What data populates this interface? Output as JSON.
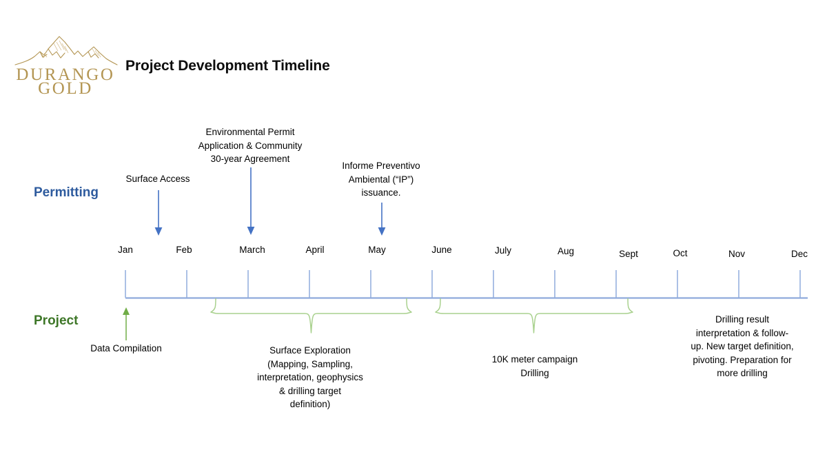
{
  "header": {
    "logo": {
      "name": "durango-gold-logo",
      "line1": "DURANGO",
      "line2": "GOLD",
      "color": "#b39552"
    },
    "title": "Project Development Timeline"
  },
  "lanes": [
    {
      "key": "permitting",
      "label": "Permitting",
      "color": "#2e5b9e"
    },
    {
      "key": "project",
      "label": "Project",
      "color": "#3e7728"
    }
  ],
  "axis": {
    "line_color": "#8faadc",
    "tick_color": "#8faadc",
    "months": [
      "Jan",
      "Feb",
      "March",
      "April",
      "May",
      "June",
      "July",
      "Aug",
      "Sept",
      "Oct",
      "Nov",
      "Dec"
    ]
  },
  "permitting_milestones": [
    {
      "name": "surface-access",
      "label": "Surface Access",
      "month": "Jan",
      "arrow_color": "#4472c4"
    },
    {
      "name": "environmental-permit",
      "label": "Environmental Permit\nApplication & Community\n30-year Agreement",
      "month": "March",
      "arrow_color": "#4472c4"
    },
    {
      "name": "informe-preventivo-ambiental",
      "label": "Informe Preventivo\nAmbiental (“IP”)\nissuance.",
      "month": "May",
      "arrow_color": "#4472c4"
    }
  ],
  "project_phases": [
    {
      "name": "data-compilation",
      "label": "Data Compilation",
      "marker": "arrow",
      "arrow_color": "#70ad47"
    },
    {
      "name": "surface-exploration",
      "label": "Surface Exploration\n(Mapping, Sampling,\ninterpretation, geophysics\n& drilling target\ndefinition)",
      "marker": "brace",
      "brace_color": "#a9d18e",
      "start_month": "Feb",
      "end_month": "May"
    },
    {
      "name": "drilling-campaign",
      "label": "10K meter campaign\nDrilling",
      "marker": "brace",
      "brace_color": "#a9d18e",
      "start_month": "June",
      "end_month": "Sept"
    },
    {
      "name": "drilling-results",
      "label": "Drilling result\ninterpretation & follow-\nup. New target definition,\npivoting. Preparation for\nmore drilling",
      "marker": "none"
    }
  ],
  "chart_data": {
    "type": "timeline",
    "title": "Project Development Timeline",
    "categories": [
      "Jan",
      "Feb",
      "March",
      "April",
      "May",
      "June",
      "July",
      "Aug",
      "Sept",
      "Oct",
      "Nov",
      "Dec"
    ],
    "xlabel": "",
    "ylabel": "",
    "grid": false,
    "legend": "none",
    "series": [
      {
        "name": "Permitting",
        "color": "#2e5b9e",
        "items": [
          {
            "label": "Surface Access",
            "at": "Jan"
          },
          {
            "label": "Environmental Permit Application & Community 30-year Agreement",
            "at": "March"
          },
          {
            "label": "Informe Preventivo Ambiental (“IP”) issuance.",
            "at": "May"
          }
        ]
      },
      {
        "name": "Project",
        "color": "#3e7728",
        "items": [
          {
            "label": "Data Compilation",
            "at": "Jan"
          },
          {
            "label": "Surface Exploration (Mapping, Sampling, interpretation, geophysics & drilling target definition)",
            "from": "Feb",
            "to": "May"
          },
          {
            "label": "10K meter campaign Drilling",
            "from": "June",
            "to": "Sept"
          },
          {
            "label": "Drilling result interpretation & follow-up. New target definition, pivoting. Preparation for more drilling",
            "from": "Oct",
            "to": "Dec"
          }
        ]
      }
    ]
  }
}
